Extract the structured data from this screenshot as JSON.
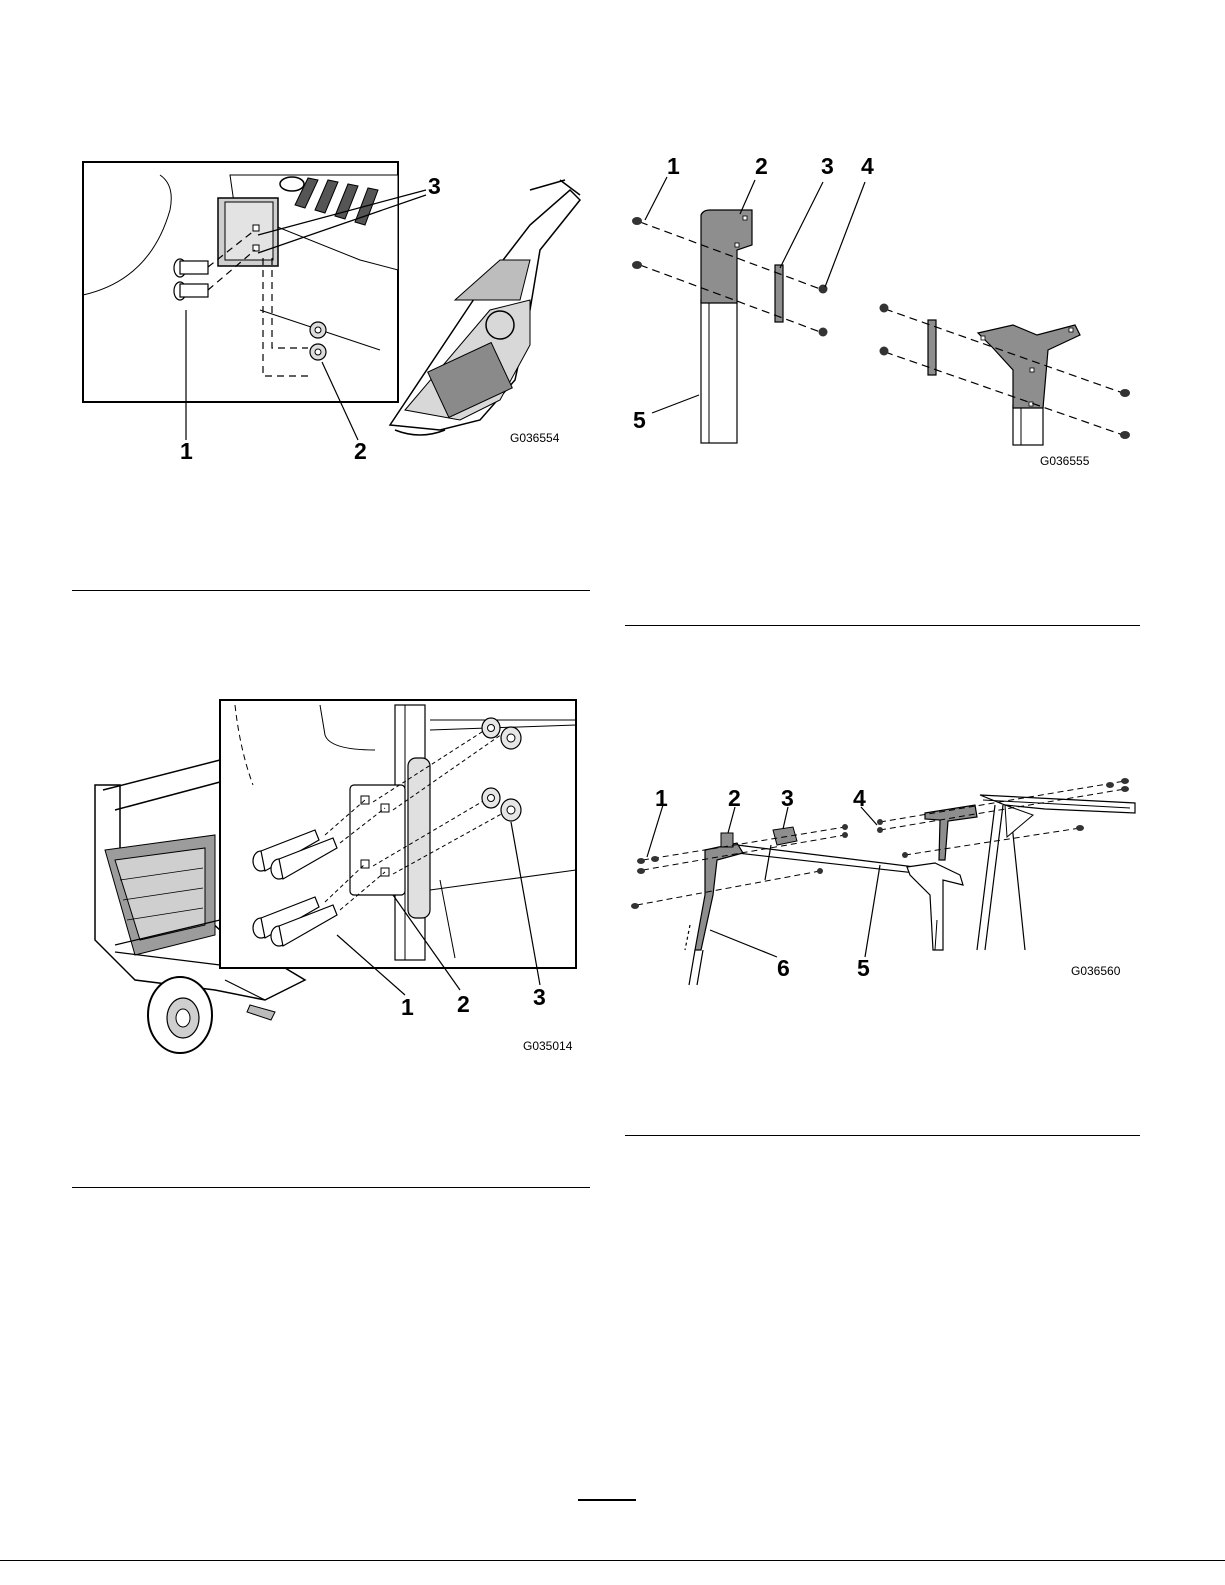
{
  "figures": [
    {
      "id": "G036554",
      "code": "G036554",
      "callouts": [
        "1",
        "2",
        "3"
      ]
    },
    {
      "id": "G036555",
      "code": "G036555",
      "callouts": [
        "1",
        "2",
        "3",
        "4",
        "5"
      ]
    },
    {
      "id": "G035014",
      "code": "G035014",
      "callouts": [
        "1",
        "2",
        "3"
      ]
    },
    {
      "id": "G036560",
      "code": "G036560",
      "callouts": [
        "1",
        "2",
        "3",
        "4",
        "5",
        "6"
      ]
    }
  ]
}
